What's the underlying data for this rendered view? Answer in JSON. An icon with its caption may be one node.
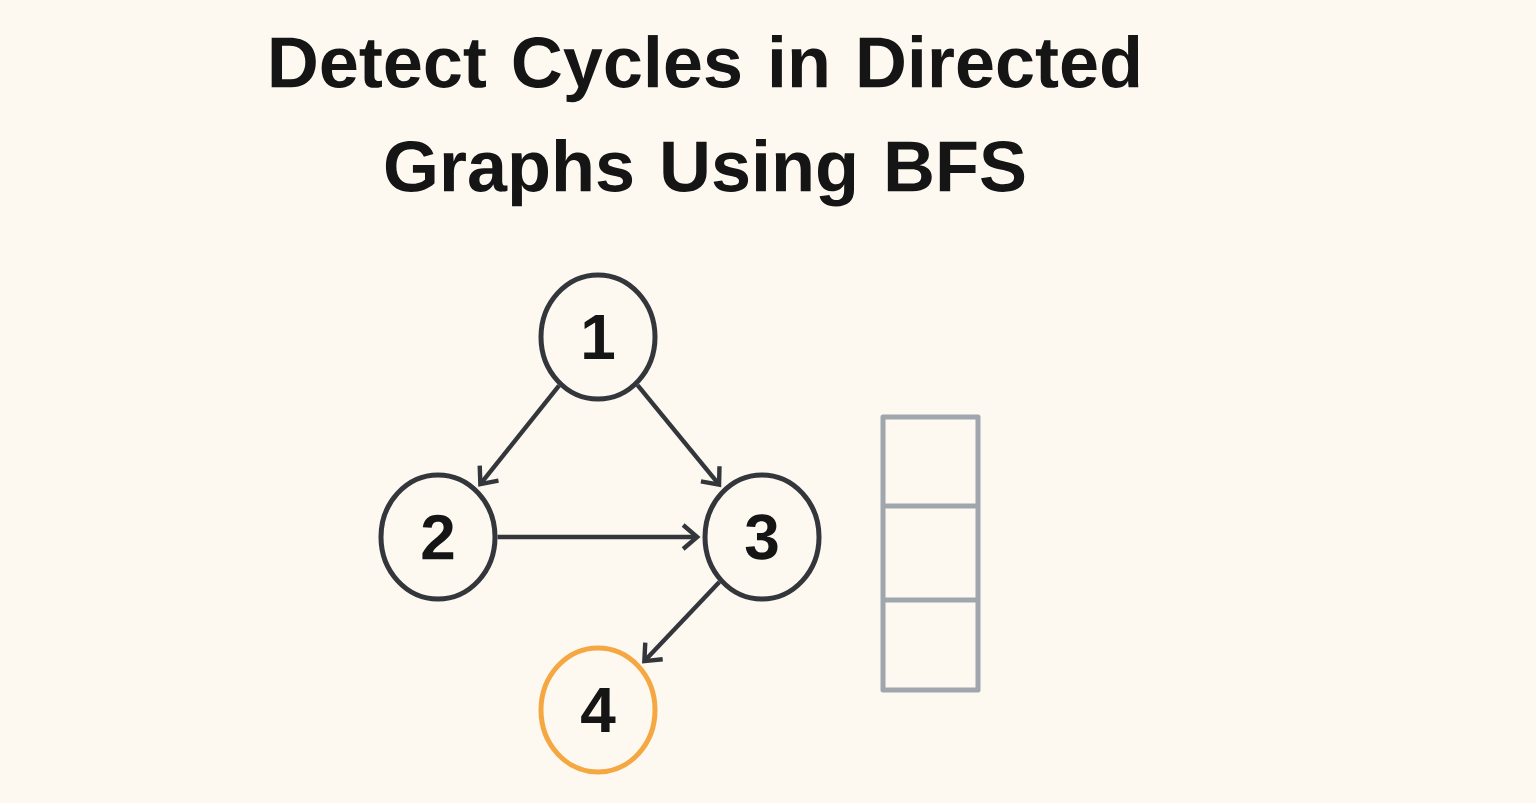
{
  "diagram": {
    "title": "Detect Cycles in Directed Graphs Using BFS",
    "nodes": [
      {
        "text": [
          "1"
        ]
      },
      {
        "text": [
          "2"
        ]
      },
      {
        "text": [
          "3"
        ]
      },
      {
        "text": [
          "4"
        ]
      }
    ],
    "edges": [
      {
        "from": 0,
        "to": 1,
        "arrow": "to"
      },
      {
        "from": 0,
        "to": 2,
        "arrow": "to"
      },
      {
        "from": 1,
        "to": 2,
        "arrow": "to"
      },
      {
        "from": 2,
        "to": 3,
        "arrow": "to"
      }
    ]
  }
}
